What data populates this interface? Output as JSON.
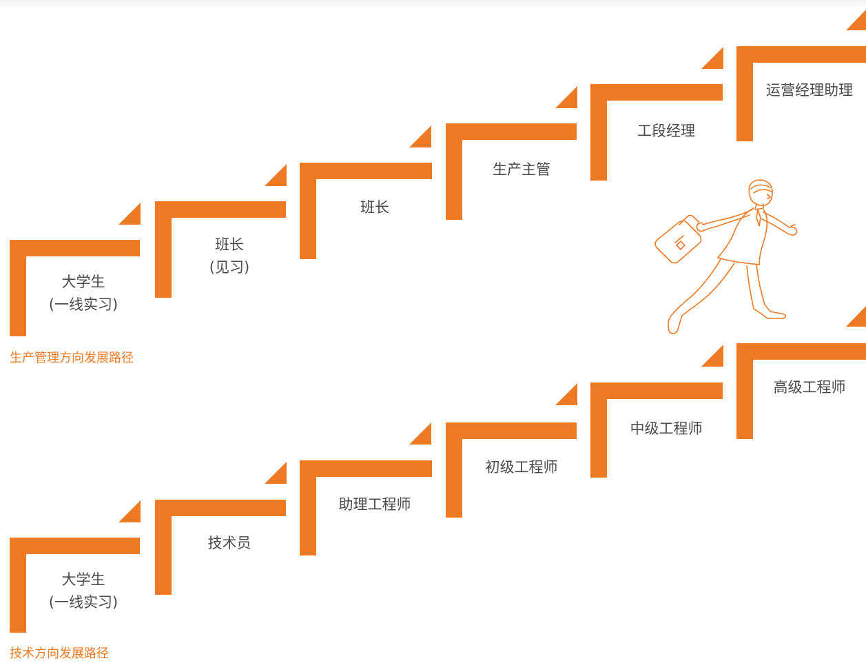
{
  "colors": {
    "accent": "#ee7a24",
    "text": "#4a4a4a"
  },
  "management_path": {
    "title": "生产管理方向发展路径",
    "steps": [
      {
        "lines": [
          "大学生",
          "(一线实习)"
        ]
      },
      {
        "lines": [
          "班长",
          "(见习)"
        ]
      },
      {
        "lines": [
          "班长"
        ]
      },
      {
        "lines": [
          "生产主管"
        ]
      },
      {
        "lines": [
          "工段经理"
        ]
      },
      {
        "lines": [
          "运营经理助理"
        ]
      }
    ]
  },
  "technical_path": {
    "title": "技术方向发展路径",
    "steps": [
      {
        "lines": [
          "大学生",
          "(一线实习)"
        ]
      },
      {
        "lines": [
          "技术员"
        ]
      },
      {
        "lines": [
          "助理工程师"
        ]
      },
      {
        "lines": [
          "初级工程师"
        ]
      },
      {
        "lines": [
          "中级工程师"
        ]
      },
      {
        "lines": [
          "高级工程师"
        ]
      }
    ]
  },
  "illustration": {
    "icon": "running-businessman-icon"
  }
}
